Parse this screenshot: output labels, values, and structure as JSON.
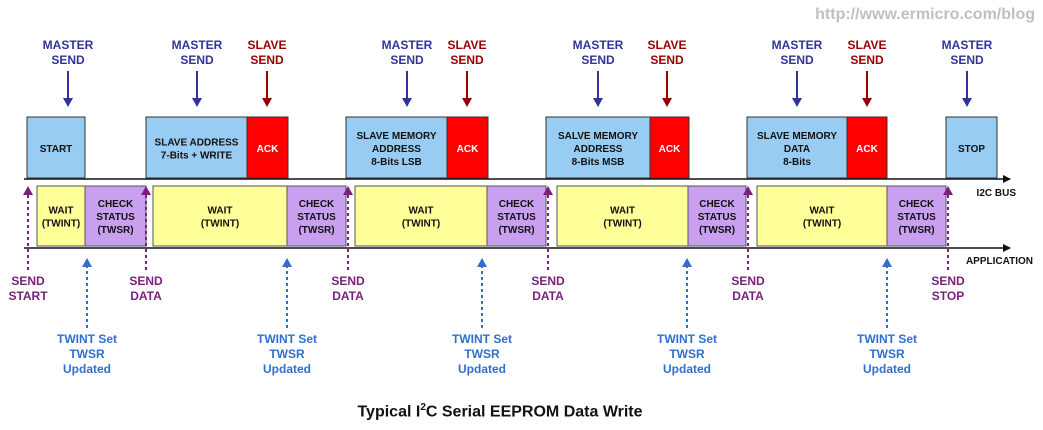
{
  "watermark": "http://www.ermicro.com/blog",
  "caption": {
    "prefix": "Typical I",
    "superscript": "2",
    "suffix": "C Serial EEPROM Data Write"
  },
  "colors": {
    "master": "#333399",
    "slave": "#990000",
    "app": "#7a1f7a",
    "twint": "#2f6fcf",
    "blue_box": "#99ccf2",
    "red_box": "#ff0000",
    "yellow_box": "#ffff99",
    "purple_box": "#c9a0f0"
  },
  "lines": {
    "bus_label": "I2C BUS",
    "app_label": "APPLICATION"
  },
  "top_labels": [
    {
      "kind": "master",
      "line1": "MASTER",
      "line2": "SEND"
    },
    {
      "kind": "master",
      "line1": "MASTER",
      "line2": "SEND"
    },
    {
      "kind": "slave",
      "line1": "SLAVE",
      "line2": "SEND"
    },
    {
      "kind": "master",
      "line1": "MASTER",
      "line2": "SEND"
    },
    {
      "kind": "slave",
      "line1": "SLAVE",
      "line2": "SEND"
    },
    {
      "kind": "master",
      "line1": "MASTER",
      "line2": "SEND"
    },
    {
      "kind": "slave",
      "line1": "SLAVE",
      "line2": "SEND"
    },
    {
      "kind": "master",
      "line1": "MASTER",
      "line2": "SEND"
    },
    {
      "kind": "slave",
      "line1": "SLAVE",
      "line2": "SEND"
    },
    {
      "kind": "master",
      "line1": "MASTER",
      "line2": "SEND"
    }
  ],
  "bus_boxes": [
    {
      "kind": "blue",
      "lines": [
        "START"
      ]
    },
    {
      "kind": "blue",
      "lines": [
        "SLAVE ADDRESS",
        "7-Bits + WRITE"
      ]
    },
    {
      "kind": "red",
      "lines": [
        "ACK"
      ]
    },
    {
      "kind": "blue",
      "lines": [
        "SLAVE MEMORY",
        "ADDRESS",
        "8-Bits LSB"
      ]
    },
    {
      "kind": "red",
      "lines": [
        "ACK"
      ]
    },
    {
      "kind": "blue",
      "lines": [
        "SALVE MEMORY",
        "ADDRESS",
        "8-Bits MSB"
      ]
    },
    {
      "kind": "red",
      "lines": [
        "ACK"
      ]
    },
    {
      "kind": "blue",
      "lines": [
        "SLAVE MEMORY",
        "DATA",
        "8-Bits"
      ]
    },
    {
      "kind": "red",
      "lines": [
        "ACK"
      ]
    },
    {
      "kind": "blue",
      "lines": [
        "STOP"
      ]
    }
  ],
  "app_boxes": [
    {
      "kind": "yellow",
      "lines": [
        "WAIT",
        "(TWINT)"
      ]
    },
    {
      "kind": "purple",
      "lines": [
        "CHECK",
        "STATUS",
        "(TWSR)"
      ]
    },
    {
      "kind": "yellow",
      "lines": [
        "WAIT",
        "(TWINT)"
      ]
    },
    {
      "kind": "purple",
      "lines": [
        "CHECK",
        "STATUS",
        "(TWSR)"
      ]
    },
    {
      "kind": "yellow",
      "lines": [
        "WAIT",
        "(TWINT)"
      ]
    },
    {
      "kind": "purple",
      "lines": [
        "CHECK",
        "STATUS",
        "(TWSR)"
      ]
    },
    {
      "kind": "yellow",
      "lines": [
        "WAIT",
        "(TWINT)"
      ]
    },
    {
      "kind": "purple",
      "lines": [
        "CHECK",
        "STATUS",
        "(TWSR)"
      ]
    },
    {
      "kind": "yellow",
      "lines": [
        "WAIT",
        "(TWINT)"
      ]
    },
    {
      "kind": "purple",
      "lines": [
        "CHECK",
        "STATUS",
        "(TWSR)"
      ]
    }
  ],
  "app_events": [
    {
      "line1": "SEND",
      "line2": "START"
    },
    {
      "line1": "SEND",
      "line2": "DATA"
    },
    {
      "line1": "SEND",
      "line2": "DATA"
    },
    {
      "line1": "SEND",
      "line2": "DATA"
    },
    {
      "line1": "SEND",
      "line2": "DATA"
    },
    {
      "line1": "SEND",
      "line2": "STOP"
    }
  ],
  "twint_events": [
    {
      "lines": [
        "TWINT Set",
        "TWSR",
        "Updated"
      ]
    },
    {
      "lines": [
        "TWINT Set",
        "TWSR",
        "Updated"
      ]
    },
    {
      "lines": [
        "TWINT Set",
        "TWSR",
        "Updated"
      ]
    },
    {
      "lines": [
        "TWINT Set",
        "TWSR",
        "Updated"
      ]
    },
    {
      "lines": [
        "TWINT Set",
        "TWSR",
        "Updated"
      ]
    }
  ]
}
